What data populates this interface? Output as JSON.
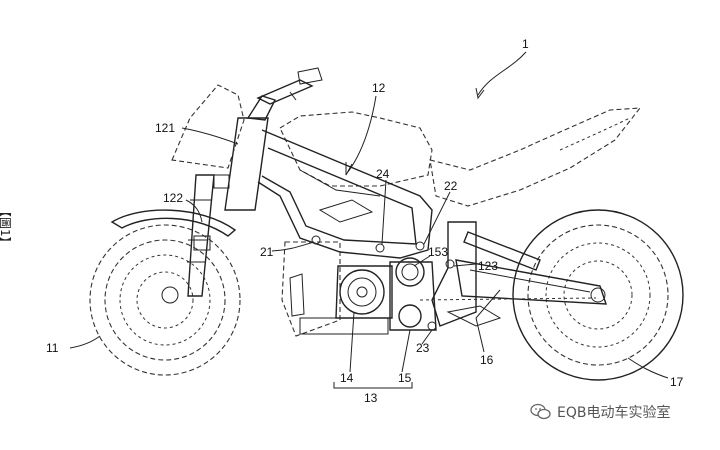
{
  "figure_tag": "【圖1】",
  "labels": {
    "l1": "1",
    "l11": "11",
    "l12": "12",
    "l121": "121",
    "l122": "122",
    "l123": "123",
    "l13": "13",
    "l14": "14",
    "l15": "15",
    "l153": "153",
    "l16": "16",
    "l17": "17",
    "l21": "21",
    "l22": "22",
    "l23": "23",
    "l24": "24"
  },
  "watermark": {
    "text": "EQB电动车实验室",
    "icon": "wechat-icon"
  }
}
